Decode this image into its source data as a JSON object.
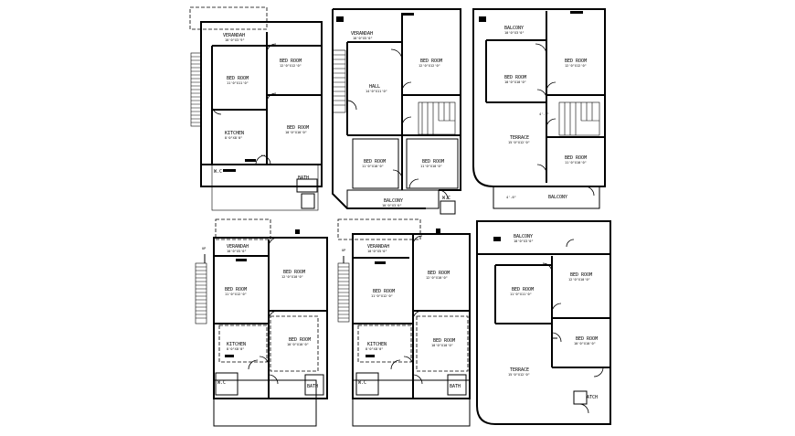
{
  "plans": [
    {
      "id": "plan-1",
      "rooms": [
        {
          "name": "VERANDAH",
          "dim": "10'0\"X3'9\""
        },
        {
          "name": "BED ROOM",
          "dim": "11'0\"X11'0\""
        },
        {
          "name": "BED ROOM",
          "dim": "12'0\"X12'0\""
        },
        {
          "name": "BED ROOM",
          "dim": "10'0\"X10'0\""
        },
        {
          "name": "KITCHEN",
          "dim": "8'0\"X8'0\""
        },
        {
          "name": "W.C",
          "dim": ""
        },
        {
          "name": "BATH",
          "dim": ""
        }
      ]
    },
    {
      "id": "plan-2",
      "rooms": [
        {
          "name": "VERANDAH",
          "dim": "10'0\"X5'0\""
        },
        {
          "name": "BED ROOM",
          "dim": "12'0\"X12'0\""
        },
        {
          "name": "HALL",
          "dim": "14'0\"X11'0\""
        },
        {
          "name": "BED ROOM",
          "dim": "11'0\"X10'0\""
        },
        {
          "name": "BED ROOM",
          "dim": "11'0\"X10'0\""
        },
        {
          "name": "BALCONY",
          "dim": "10'0\"X3'0\""
        },
        {
          "name": "W.C",
          "dim": ""
        }
      ]
    },
    {
      "id": "plan-3",
      "rooms": [
        {
          "name": "BALCONY",
          "dim": "10'0\"X3'0\""
        },
        {
          "name": "BED ROOM",
          "dim": "12'0\"X12'0\""
        },
        {
          "name": "BED ROOM",
          "dim": "10'0\"X10'0\""
        },
        {
          "name": "TERRACE",
          "dim": "15'0\"X12'0\""
        },
        {
          "name": "BED ROOM",
          "dim": "11'0\"X10'0\""
        },
        {
          "name": "BALCONY",
          "dim": ""
        }
      ]
    },
    {
      "id": "plan-4",
      "rooms": [
        {
          "name": "VERANDAH",
          "dim": "10'0\"X5'0\""
        },
        {
          "name": "BED ROOM",
          "dim": "11'0\"X12'0\""
        },
        {
          "name": "BED ROOM",
          "dim": "12'0\"X10'0\""
        },
        {
          "name": "BED ROOM",
          "dim": "10'0\"X10'0\""
        },
        {
          "name": "KITCHEN",
          "dim": "8'0\"X8'0\""
        },
        {
          "name": "W.C",
          "dim": ""
        },
        {
          "name": "BATH",
          "dim": ""
        }
      ]
    },
    {
      "id": "plan-5",
      "rooms": [
        {
          "name": "VERANDAH",
          "dim": "10'0\"X5'0\""
        },
        {
          "name": "BED ROOM",
          "dim": "11'0\"X12'0\""
        },
        {
          "name": "BED ROOM",
          "dim": "12'0\"X10'0\""
        },
        {
          "name": "BED ROOM",
          "dim": "10'0\"X10'0\""
        },
        {
          "name": "KITCHEN",
          "dim": "8'0\"X8'0\""
        },
        {
          "name": "W.C",
          "dim": ""
        },
        {
          "name": "BATH",
          "dim": ""
        }
      ]
    },
    {
      "id": "plan-6",
      "rooms": [
        {
          "name": "BALCONY",
          "dim": "10'0\"X3'0\""
        },
        {
          "name": "BED ROOM",
          "dim": "11'0\"X11'0\""
        },
        {
          "name": "BED ROOM",
          "dim": "12'0\"X10'0\""
        },
        {
          "name": "BED ROOM",
          "dim": "10'0\"X10'0\""
        },
        {
          "name": "TERRACE",
          "dim": "15'0\"X12'0\""
        },
        {
          "name": "ATCH",
          "dim": ""
        }
      ]
    }
  ],
  "stair_labels": [
    "UP",
    "UP"
  ],
  "misc": {
    "marker_a": "4'-6\"",
    "marker_b": "4'-1\""
  }
}
